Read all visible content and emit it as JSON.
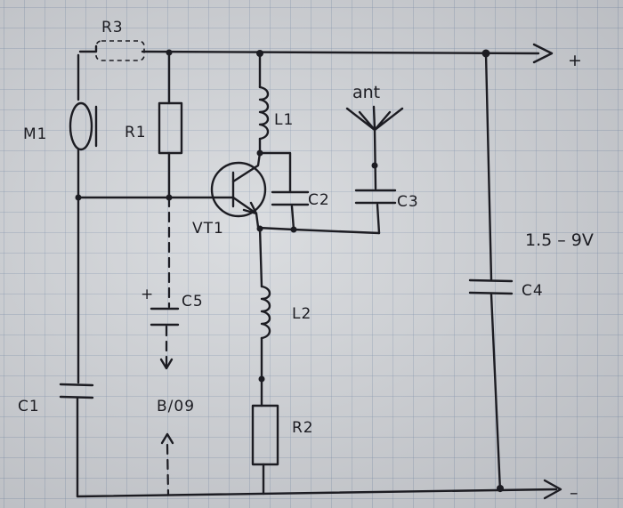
{
  "labels": {
    "r3": "R3",
    "m1": "M1",
    "r1": "R1",
    "l1": "L1",
    "ant": "ant",
    "plus_terminal": "+",
    "c2": "C2",
    "c3": "C3",
    "vt1": "VT1",
    "c5_plus": "+",
    "c5": "C5",
    "l2": "L2",
    "c1": "C1",
    "vyb": "B/09",
    "r2": "R2",
    "c4": "C4",
    "supply": "1.5 – 9V",
    "minus_terminal": "–"
  }
}
